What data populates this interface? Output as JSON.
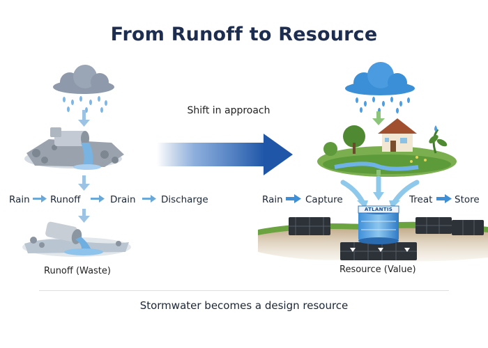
{
  "title": "From Runoff to Resource",
  "shift_label": "Shift in approach",
  "left_flow": {
    "steps": [
      "Rain",
      "Runoff",
      "Drain",
      "Discharge"
    ],
    "caption": "Runoff (Waste)"
  },
  "right_flow": {
    "steps": [
      "Rain",
      "Capture",
      "Treat",
      "Store"
    ],
    "caption": "Resource (Value)",
    "tank_label": "ATLANTIS"
  },
  "footer": "Stormwater becomes a design resource",
  "colors": {
    "title": "#1c2d4f",
    "arrow_blue": "#1f56a8",
    "flow_arrow": "#6aa8d8",
    "grey_cloud": "#8e9aab",
    "blue_cloud": "#3b8fd6",
    "water": "#5fa9dd",
    "grass": "#5c9a3a"
  },
  "icons": [
    "grey-rain-cloud-icon",
    "blue-rain-cloud-icon",
    "drain-pipe-icon",
    "discharge-pipe-icon",
    "house-garden-icon",
    "storage-tank-icon"
  ]
}
